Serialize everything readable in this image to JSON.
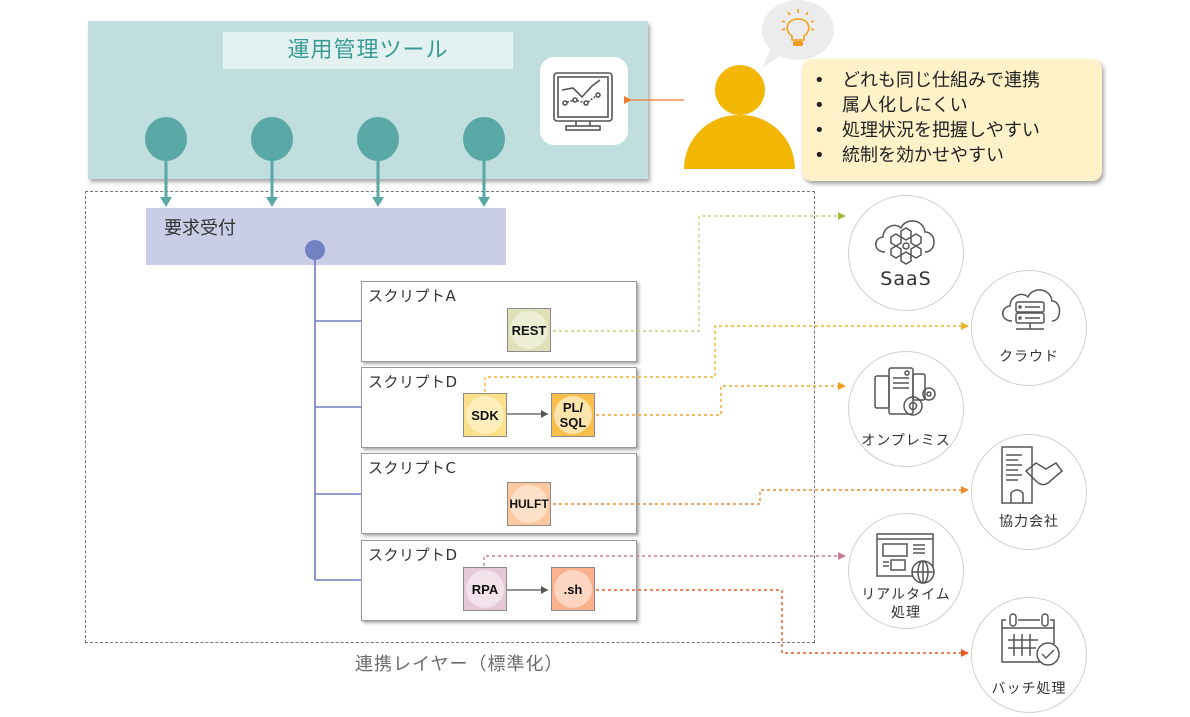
{
  "ops_tool": {
    "title": "運用管理ツール",
    "node_count": 4,
    "monitor_icon": "monitor-chart-icon",
    "colors": {
      "panel": "#bfdedd",
      "node": "#59a8a6",
      "title_text": "#3c9a96"
    }
  },
  "person": {
    "icon": "person-icon",
    "thought_icon": "lightbulb-icon",
    "color": "#f2b705"
  },
  "benefits": {
    "bullet": "•",
    "items": [
      "どれも同じ仕組みで連携",
      "属人化しにくい",
      "処理状況を把握しやすい",
      "統制を効かせやすい"
    ]
  },
  "layer": {
    "label": "連携レイヤー（標準化）",
    "request_label": "要求受付"
  },
  "scripts": [
    {
      "title": "スクリプトA",
      "techs": [
        "REST"
      ]
    },
    {
      "title": "スクリプトD",
      "techs": [
        "SDK",
        "PL/\nSQL"
      ]
    },
    {
      "title": "スクリプトC",
      "techs": [
        "HULFT"
      ]
    },
    {
      "title": "スクリプトD",
      "techs": [
        "RPA",
        ".sh"
      ]
    }
  ],
  "tech_labels": {
    "rest": "REST",
    "sdk": "SDK",
    "plsql_1": "PL/",
    "plsql_2": "SQL",
    "hulft": "HULFT",
    "rpa": "RPA",
    "sh": ".sh"
  },
  "targets": [
    {
      "label": "SaaS",
      "icon": "cloud-hexagon-icon"
    },
    {
      "label": "クラウド",
      "icon": "cloud-server-icon"
    },
    {
      "label": "オンプレミス",
      "icon": "server-gear-icon"
    },
    {
      "label": "協力会社",
      "icon": "building-handshake-icon"
    },
    {
      "label_line1": "リアルタイム",
      "label_line2": "処理",
      "icon": "web-globe-icon"
    },
    {
      "label": "バッチ処理",
      "icon": "calendar-check-icon"
    }
  ],
  "connections": [
    {
      "from": "REST",
      "to": "SaaS",
      "color": "#b5c26a"
    },
    {
      "from": "SDK",
      "to": "クラウド",
      "color": "#f2b22a"
    },
    {
      "from": "PL/SQL",
      "to": "オンプレミス",
      "color": "#f0a52a"
    },
    {
      "from": "HULFT",
      "to": "協力会社",
      "color": "#f08a2a"
    },
    {
      "from": "RPA",
      "to": "リアルタイム処理",
      "color": "#c77a9a"
    },
    {
      "from": ".sh",
      "to": "バッチ処理",
      "color": "#ea5a22"
    }
  ]
}
